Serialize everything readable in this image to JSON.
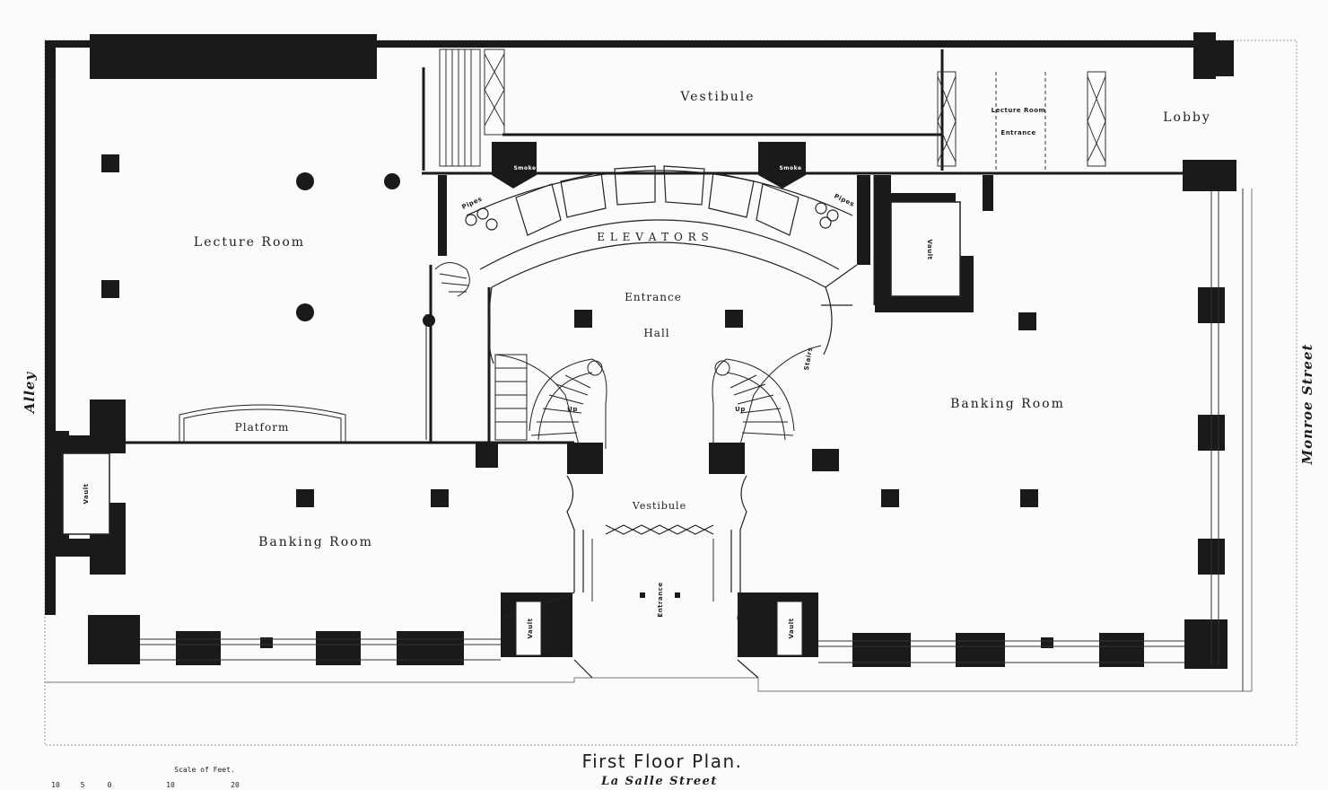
{
  "title": "First Floor Plan.",
  "subtitle": "La Salle Street",
  "streets": {
    "right": "Monroe Street",
    "left": "Alley"
  },
  "rooms": {
    "lecture_room": "Lecture Room",
    "vestibule_top": "Vestibule",
    "lecture_room_entrance_line1": "Lecture Room",
    "lecture_room_entrance_line2": "Entrance",
    "lobby": "Lobby",
    "elevators": "E L E V A T O R S",
    "entrance_hall_line1": "Entrance",
    "entrance_hall_line2": "Hall",
    "platform": "Platform",
    "banking_room_left": "Banking Room",
    "banking_room_right": "Banking Room",
    "vestibule_bottom": "Vestibule",
    "entrance": "Entrance"
  },
  "vaults": {
    "left": "Vault",
    "bottom_left": "Vault",
    "bottom_right": "Vault",
    "upper_right": "Vault"
  },
  "fixtures": {
    "smoke_left": "Smoke",
    "smoke_right": "Smoke",
    "pipes_left": "Pipes",
    "pipes_right": "Pipes",
    "stair_up_left": "Up",
    "stair_up_right": "Up",
    "stair_right_side": "Stairs"
  },
  "scale": {
    "title": "Scale of Feet.",
    "ticks": [
      "10",
      "5",
      "0",
      "10",
      "20"
    ]
  }
}
